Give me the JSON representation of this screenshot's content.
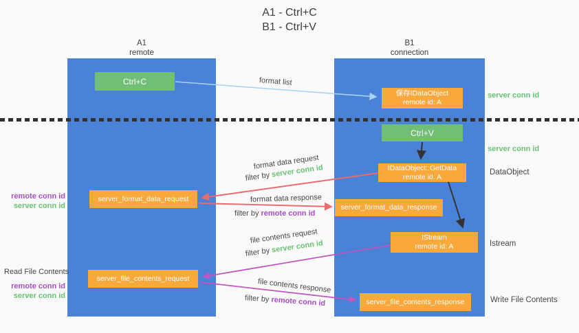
{
  "title": {
    "line1": "A1 - Ctrl+C",
    "line2": "B1 - Ctrl+V"
  },
  "columns": {
    "left": {
      "name": "A1",
      "subtitle": "remote"
    },
    "right": {
      "name": "B1",
      "subtitle": "connection"
    }
  },
  "boxes": {
    "ctrl_c": "Ctrl+C",
    "save_idataobject": {
      "line1": "保存IDataObject",
      "line2": "remote id: A"
    },
    "ctrl_v": "Ctrl+V",
    "getdata": {
      "line1": "IDataObject::GetData",
      "line2": "remote id: A"
    },
    "format_request": "server_format_data_request",
    "format_response": "server_format_data_response",
    "istream": {
      "line1": "IStream",
      "line2": "remote id: A"
    },
    "file_request": "server_file_contents_request",
    "file_response": "server_file_contents_response"
  },
  "mid_labels": {
    "format_list": "format list",
    "format_data_request": "format data request",
    "format_data_response": "format data response",
    "file_contents_request": "file contents request",
    "file_contents_response": "file contents response",
    "filter_prefix": "filter by ",
    "server_conn_id": "server conn id",
    "remote_conn_id": "remote conn id"
  },
  "left_labels": {
    "top_remote": "remote conn id",
    "top_server": "server conn id",
    "read_file_contents": "Read File Contents",
    "bottom_remote": "remote conn id",
    "bottom_server": "server conn id"
  },
  "right_labels": {
    "server_conn_id_top": "server conn id",
    "server_conn_id_mid": "server conn id",
    "dataobject": "DataObject",
    "istream": "Istream",
    "write_file_contents": "Write File Contents"
  },
  "colors": {
    "column_blue": "#4a82d8",
    "box_green": "#71bf76",
    "box_orange": "#f9a83c",
    "green_text": "#68c273",
    "purple_text": "#a64cc5",
    "red_arrow": "#e96c6c",
    "magenta_arrow": "#c155c1",
    "lightblue_arrow": "#a9d2f0",
    "black_arrow": "#333333"
  }
}
